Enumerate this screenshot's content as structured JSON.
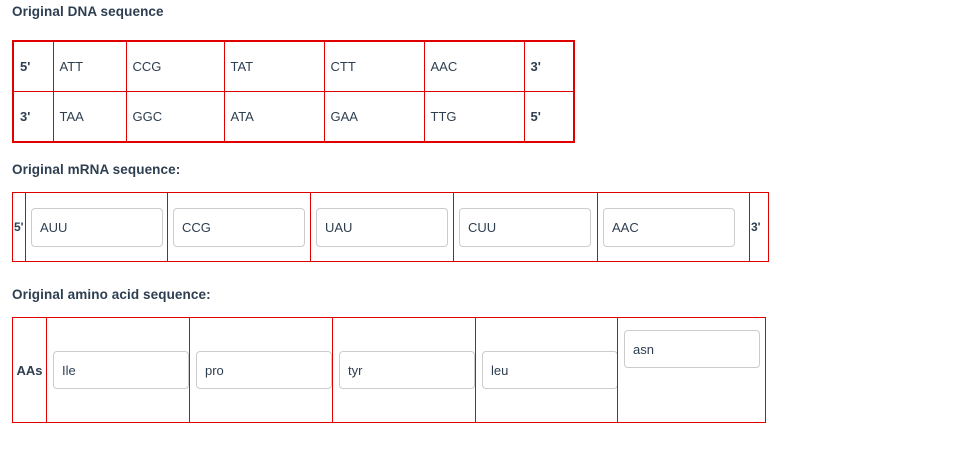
{
  "page": {
    "background": "#ffffff",
    "text_color": "#2d3e50",
    "table_border_color": "#e00000",
    "input_border_color": "#cccccc"
  },
  "dna_section": {
    "heading": "Original DNA sequence",
    "rows": [
      {
        "left_end": "5'",
        "codons": [
          "ATT",
          "CCG",
          "TAT",
          "CTT",
          "AAC"
        ],
        "right_end": "3'"
      },
      {
        "left_end": "3'",
        "codons": [
          "TAA",
          "GGC",
          "ATA",
          "GAA",
          "TTG"
        ],
        "right_end": "5'"
      }
    ]
  },
  "mrna_section": {
    "heading": "Original mRNA sequence:",
    "left_end": "5'",
    "right_end": "3'",
    "codons": [
      {
        "value": "AUU",
        "placeholder": ""
      },
      {
        "value": "CCG",
        "placeholder": ""
      },
      {
        "value": "UAU",
        "placeholder": ""
      },
      {
        "value": "CUU",
        "placeholder": ""
      },
      {
        "value": "AAC",
        "placeholder": ""
      }
    ]
  },
  "amino_acid_section": {
    "heading": "Original amino acid sequence:",
    "row_label": "AAs",
    "amino_acids": [
      {
        "value": "Ile",
        "placeholder": ""
      },
      {
        "value": "pro",
        "placeholder": ""
      },
      {
        "value": "tyr",
        "placeholder": ""
      },
      {
        "value": "leu",
        "placeholder": ""
      },
      {
        "value": "asn",
        "placeholder": ""
      }
    ]
  }
}
